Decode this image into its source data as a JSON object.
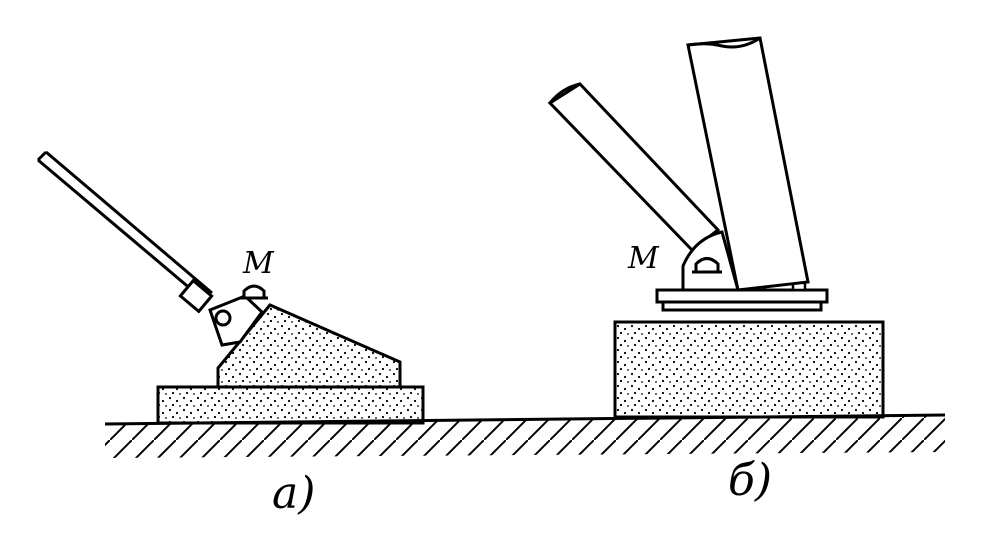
{
  "figure": {
    "panel_a": {
      "caption": "а)",
      "marker_label": "М"
    },
    "panel_b": {
      "caption": "б)",
      "marker_label": "М"
    },
    "colors": {
      "ink": "#000000",
      "paper": "#ffffff"
    }
  }
}
